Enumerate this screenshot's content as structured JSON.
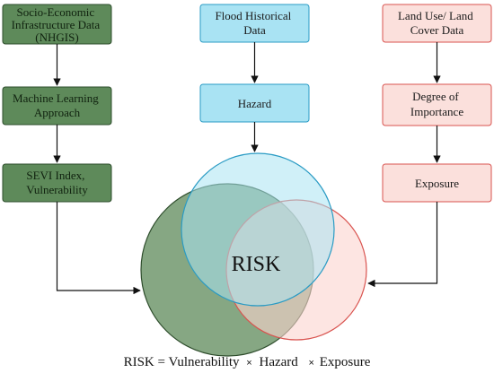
{
  "columns": {
    "vulnerability": {
      "boxes": [
        {
          "lines": [
            "Socio-Economic",
            "Infrastructure Data",
            "(NHGIS)"
          ]
        },
        {
          "lines": [
            "Machine Learning",
            "Approach"
          ]
        },
        {
          "lines": [
            "SEVI Index,",
            "Vulnerability"
          ]
        }
      ]
    },
    "hazard": {
      "boxes": [
        {
          "lines": [
            "Flood Historical",
            "Data"
          ]
        },
        {
          "lines": [
            "Hazard"
          ]
        }
      ]
    },
    "exposure": {
      "boxes": [
        {
          "lines": [
            "Land Use/ Land",
            "Cover Data"
          ]
        },
        {
          "lines": [
            "Degree of",
            "Importance"
          ]
        },
        {
          "lines": [
            "Exposure"
          ]
        }
      ]
    }
  },
  "venn": {
    "center_label": "RISK"
  },
  "formula": {
    "lhs": "RISK = Vulnerability",
    "times1": "×",
    "term2": "Hazard",
    "times2": "×",
    "term3": "Exposure"
  },
  "colors": {
    "green_fill": "#5e8a5a",
    "green_stroke": "#2e4d2c",
    "blue_fill": "#a9e3f3",
    "blue_stroke": "#2a9bc4",
    "red_fill": "#fbe0dc",
    "red_stroke": "#d9534f"
  }
}
